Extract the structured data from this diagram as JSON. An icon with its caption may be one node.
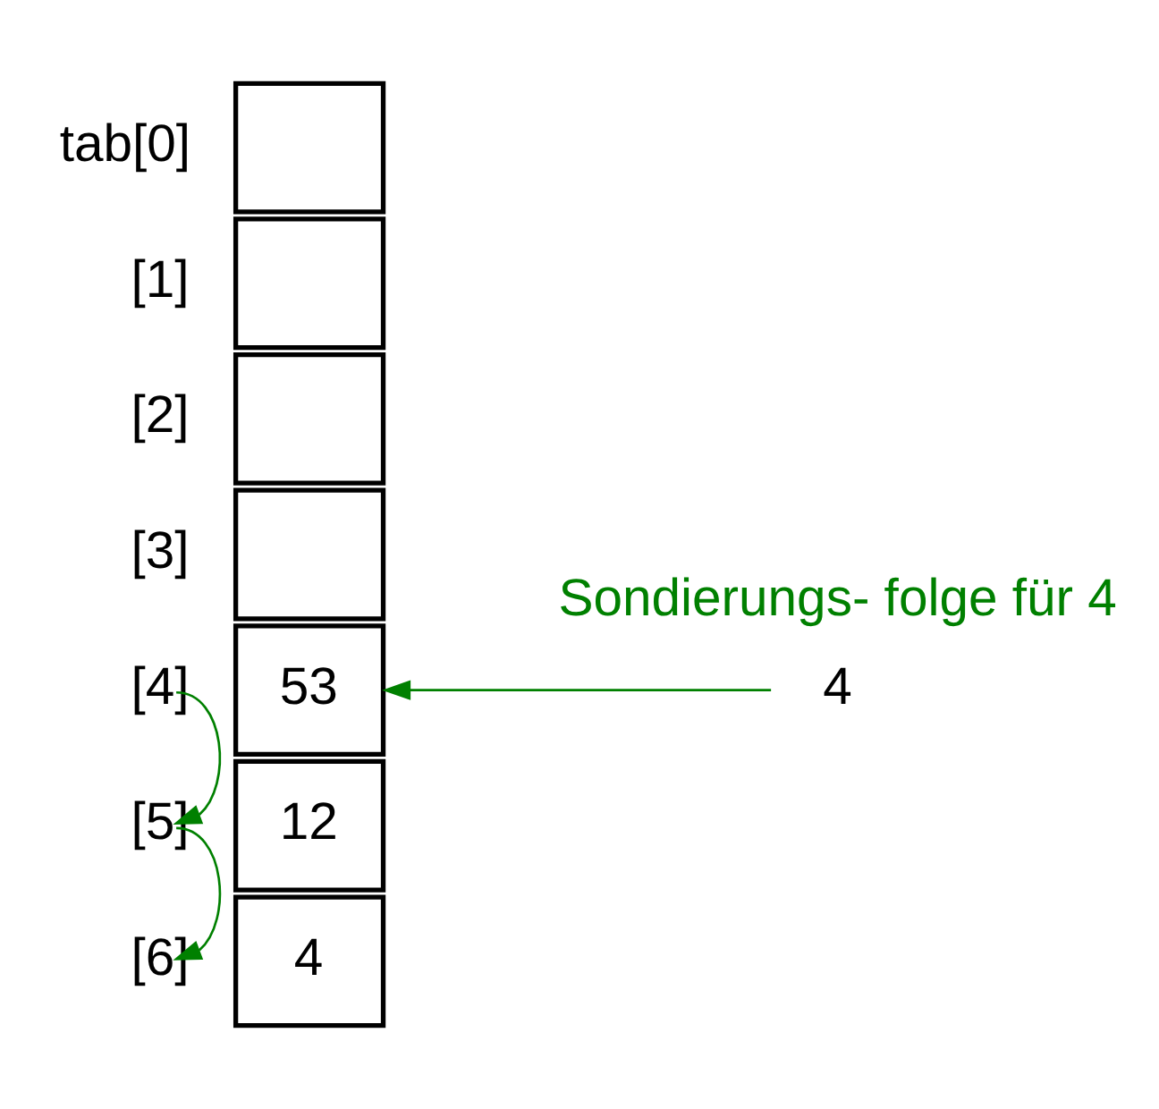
{
  "diagram": {
    "nodes": [
      {
        "text": [],
        "shape": "box",
        "beside": [
          "tab[0]"
        ]
      },
      {
        "text": [],
        "shape": "box",
        "beside": [
          "[1]"
        ]
      },
      {
        "text": [],
        "shape": "box",
        "beside": [
          "[2]"
        ]
      },
      {
        "text": [],
        "shape": "box",
        "beside": [
          "[3]"
        ]
      },
      {
        "text": [
          "53"
        ],
        "beside": [
          "[4]"
        ]
      },
      {
        "text": [
          "12"
        ],
        "beside": [
          "[5]"
        ]
      },
      {
        "text": [
          "4"
        ],
        "beside": [
          "[6]"
        ]
      },
      {
        "text": [
          "4"
        ]
      }
    ],
    "edges": [
      {
        "from": 7,
        "to": 4,
        "arrow": "to",
        "color": "#008000"
      },
      {
        "from": 4,
        "to": 5,
        "arrow": "to",
        "color": "#008000"
      },
      {
        "from": 5,
        "to": 6,
        "arrow": "to",
        "color": "#008000"
      }
    ],
    "labels": [
      "Sondierungs- folge für 4"
    ]
  }
}
